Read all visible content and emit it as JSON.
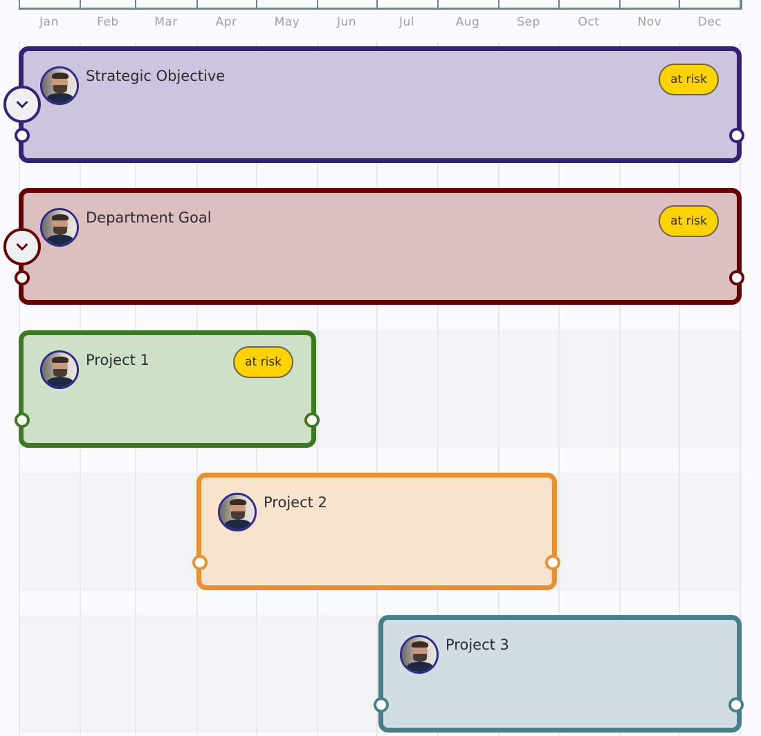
{
  "timeline": {
    "months": [
      "Jan",
      "Feb",
      "Mar",
      "Apr",
      "May",
      "Jun",
      "Jul",
      "Aug",
      "Sep",
      "Oct",
      "Nov",
      "Dec"
    ]
  },
  "colors": {
    "axis": "#6b8591",
    "month_label": "#9aa3a8",
    "grid_line": "#e6e9ec",
    "row_band": "#f1f3f5",
    "badge_bg": "#fcd200",
    "avatar_ring": "#2d2a8c"
  },
  "items": [
    {
      "title": "Strategic Objective",
      "badge": "at risk",
      "start_month": "Jan",
      "end_month": "Dec",
      "border_color": "#35207a",
      "fill_color": "#cdc5dd",
      "collapsible": true,
      "avatar": "user-avatar"
    },
    {
      "title": "Department Goal",
      "badge": "at risk",
      "start_month": "Jan",
      "end_month": "Dec",
      "border_color": "#670000",
      "fill_color": "#dcbfbf",
      "collapsible": true,
      "avatar": "user-avatar"
    },
    {
      "title": "Project 1",
      "badge": "at risk",
      "start_month": "Jan",
      "end_month": "May",
      "border_color": "#3b7a1f",
      "fill_color": "#cfe0c9",
      "collapsible": false,
      "avatar": "user-avatar"
    },
    {
      "title": "Project 2",
      "badge": null,
      "start_month": "Apr",
      "end_month": "Aug",
      "border_color": "#e89034",
      "fill_color": "#f8e3cd",
      "collapsible": false,
      "avatar": "user-avatar"
    },
    {
      "title": "Project 3",
      "badge": null,
      "start_month": "Jul",
      "end_month": "Dec",
      "border_color": "#46808c",
      "fill_color": "#d2dde2",
      "collapsible": false,
      "avatar": "user-avatar"
    }
  ]
}
